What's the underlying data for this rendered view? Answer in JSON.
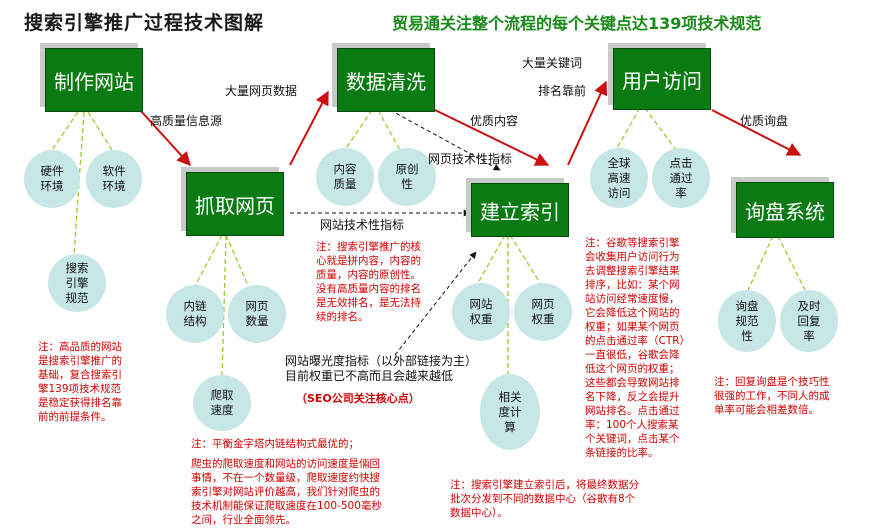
{
  "title": "搜索引擎推广过程技术图解",
  "subtitle": "贸易通关注整个流程的每个关键点达139项技术规范",
  "boxes": {
    "make_site": "制作网站",
    "crawl": "抓取网页",
    "clean": "数据清洗",
    "index": "建立索引",
    "visit": "用户访问",
    "inquiry": "询盘系统"
  },
  "circles": {
    "hardware": "硬件\n环境",
    "software": "软件\n环境",
    "se_spec": "搜索\n引擎\n规范",
    "inner_link": "内链\n结构",
    "page_count": "网页\n数量",
    "crawl_speed": "爬取\n速度",
    "content_quality": "内容\n质量",
    "originality": "原创\n性",
    "site_weight": "网站\n权重",
    "page_weight": "网页\n权重",
    "relevance": "相关\n度计\n算",
    "fast_access": "全球\n高速\n访问",
    "ctr": "点击\n通过\n率",
    "inquiry_spec": "询盘\n规范\n性",
    "timely_reply": "及时\n回复\n率"
  },
  "labels": {
    "quality_info": "高质量信息源",
    "big_data": "大量网页数据",
    "quality_content": "优质内容",
    "site_tech_1": "网页技术性指标",
    "site_tech_2": "网站技术性指标",
    "big_keywords": "大量关键词",
    "rank_top": "排名靠前",
    "quality_inquiry": "优质询盘",
    "exposure": "网站曝光度指标（以外部链接为主）\n目前权重已不高而且会越来越低"
  },
  "notes": {
    "note_left": "注：高品质的网站\n是搜索引擎推广的\n基础，复合搜索引\n擎139项技术规范\n是稳定获得排名靠\n前的前提条件。",
    "note_core": "注：搜索引擎推广的核\n心就是拼内容，内容的\n质量，内容的原创性。\n没有高质量内容的排名\n是无效排名，是无法持\n续的排名。",
    "note_crawl_title": "注：平衡金字塔内链结构式最优的；",
    "note_crawl": "爬虫的爬取速度和网站的访问速度是倆回\n事情，不在一个数量级，爬取速度约快搜\n索引擎对网站评价越高，我们针对爬虫的\n技术机制能保证爬取速度在100-500毫秒\n之间，行业全面领先。",
    "seo_core": "（SEO公司关注核心点）",
    "note_index": "注：搜索引擎建立索引后，将最终数据分\n批次分发到不同的数据中心（谷歌有8个\n数据中心）。",
    "note_google": "注：谷歌等搜索引擎\n会收集用户访问行为\n去调整搜索引擎结果\n排序，比如：某个网\n站访问经常速度慢，\n它会降低这个网站的\n权重；如果某个网页\n的点击通过率（CTR）\n一直很低，谷歌会降\n低这个网页的权重；\n这些都会导致网站排\n名下降，反之会提升\n网站排名。点击通过\n率：100个人搜索某\n个关键词，点击某个\n条链接的比率。",
    "note_inquiry": "注：回复询盘是个技巧性\n很强的工作，不同人的成\n单率可能会相差数倍。"
  },
  "colors": {
    "box": "#0a7a12",
    "circle": "#c7e6e6",
    "note": "#d40000",
    "arrow": "#cc1010",
    "dash": "#99cc33"
  }
}
